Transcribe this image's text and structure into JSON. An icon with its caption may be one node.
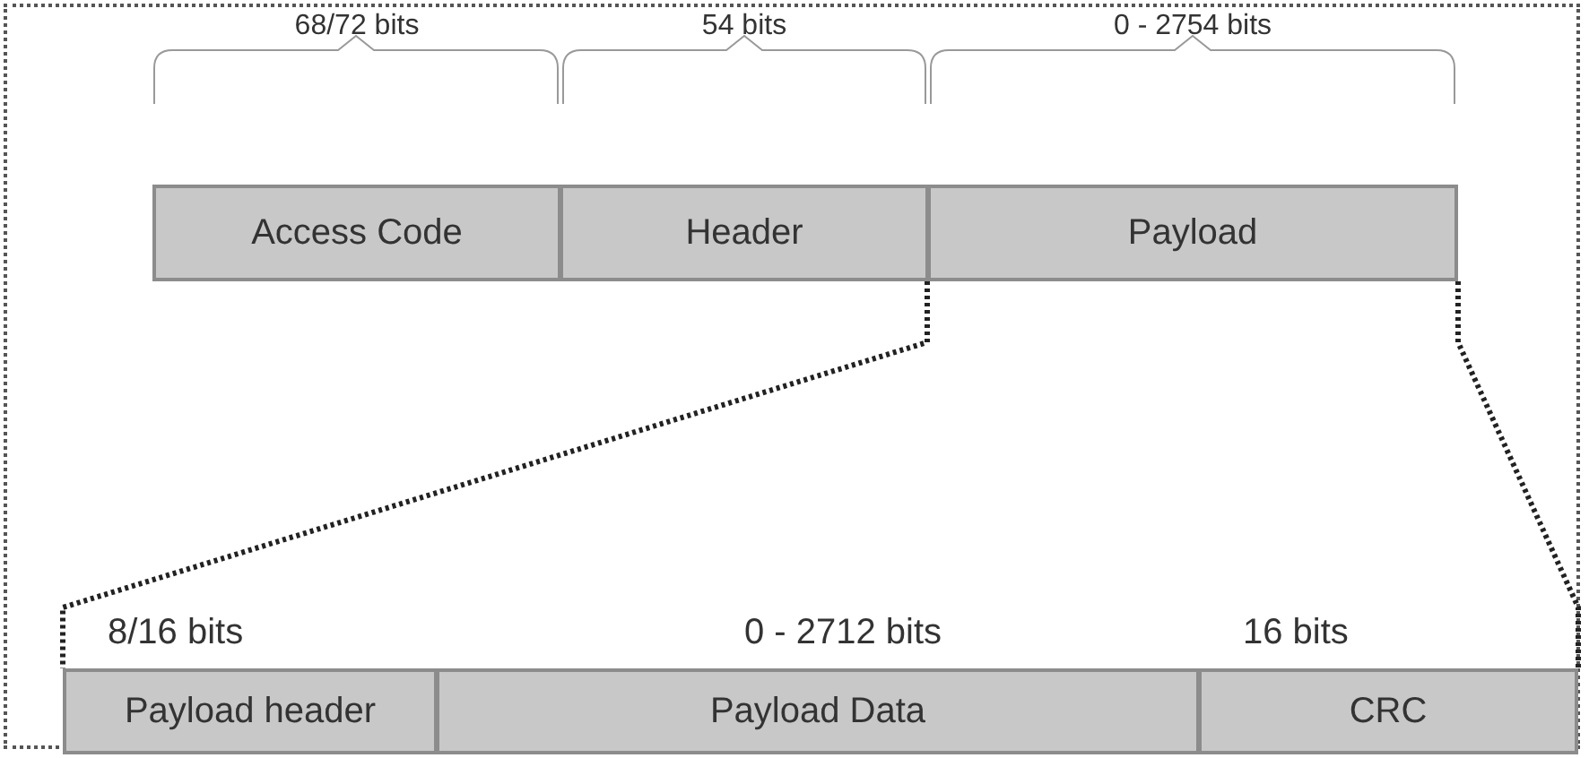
{
  "diagram": {
    "nodes": [
      {
        "text": [
          "Access Code"
        ]
      },
      {
        "text": [
          "Header"
        ]
      },
      {
        "text": [
          "Payload"
        ]
      },
      {
        "text": [
          "Payload header"
        ],
        "beside": [
          "8/16 bits"
        ]
      },
      {
        "text": [
          "Payload Data"
        ],
        "beside": [
          "0 - 2712 bits"
        ]
      },
      {
        "text": [
          "CRC"
        ],
        "beside": [
          "16 bits"
        ]
      }
    ],
    "edges": [
      {
        "from": 2,
        "to": 3,
        "arrow": "none",
        "style": "dashed"
      },
      {
        "from": 2,
        "to": 5,
        "arrow": "none",
        "style": "dashed"
      }
    ],
    "labels": [
      "68/72 bits",
      "54 bits",
      "0 - 2754 bits"
    ]
  }
}
